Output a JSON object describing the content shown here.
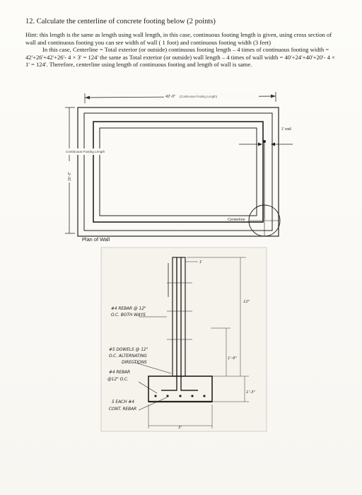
{
  "question": {
    "title": "12. Calculate the centerline of concrete footing below (2 points)",
    "hint_paragraph_1": "Hint: this length is the same as length using wall length, in this case, continuous footing length is given, using cross section of wall and continuous footing you can see width of wall ( 1 foot) and continuous footing width (3 feet)",
    "hint_paragraph_2": "In this case, Centerline = Total exterior (or outside) continuous footing length – 4 times of continuous footing width = 42'+26'+42'+26'- 4 × 3' = 124' the same as Total exterior (or outside) wall length – 4 times of wall width = 40'+24'+40'+20'- 4 × 1' = 124'. Therefore, centerline using length of continuous footing and length of wall is same."
  },
  "plan": {
    "top_dimension": "42'-0\"",
    "top_dimension_note": "(Continuous Footing Length)",
    "wall_label": "1' wall",
    "footing_label": "Continuous Footing Length",
    "side_dimension": "26'-0\"",
    "centerline_label": "Centerline",
    "caption": "Plan of Wall"
  },
  "section": {
    "note_1_line_1": "#4 REBAR @ 12\"",
    "note_1_line_2": "O.C. BOTH WAYS",
    "note_2_line_1": "#5 DOWELS @ 12\"",
    "note_2_line_2": "O.C. ALTERNATING",
    "note_2_line_3": "DIRECTIONS",
    "note_3_line_1": "#4 REBAR",
    "note_3_line_2": "@12\" O.C.",
    "note_4_line_1": "5 EACH #4",
    "note_4_line_2": "CONT. REBAR",
    "dim_top": "1'",
    "dim_12": "12\"",
    "dim_1_9": "1'-9\"",
    "dim_1_3": "1'-3\"",
    "dim_3": "3'"
  }
}
